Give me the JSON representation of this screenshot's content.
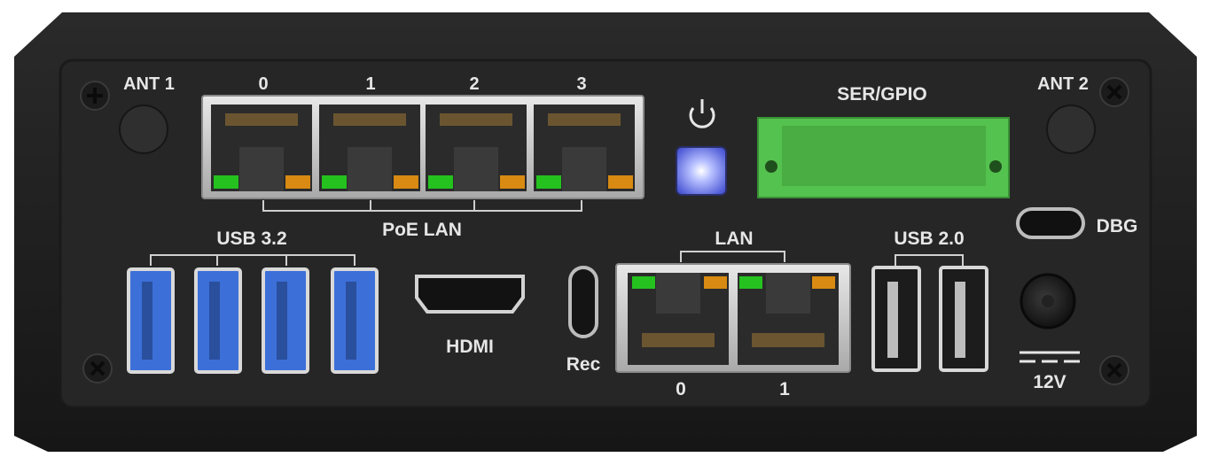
{
  "panel": {
    "label_ant1": "ANT 1",
    "label_ant2": "ANT 2",
    "label_ser_gpio": "SER/GPIO",
    "label_poe_lan": "PoE LAN",
    "label_usb32": "USB 3.2",
    "label_hdmi": "HDMI",
    "label_rec": "Rec",
    "label_lan": "LAN",
    "label_usb20": "USB 2.0",
    "label_dbg": "DBG",
    "label_12v": "12V",
    "poe_ports": [
      "0",
      "1",
      "2",
      "3"
    ],
    "lan_ports": [
      "0",
      "1"
    ]
  },
  "icons": {
    "power": "power-icon",
    "screw": "screw-icon"
  },
  "colors": {
    "chassis": "#1e1e1e",
    "panel": "#232323",
    "power_led": "#6f7cff",
    "usb3_blue": "#3c6fd8",
    "terminal_green": "#54c24e",
    "led_green": "#25c21f",
    "led_orange": "#d88a12"
  }
}
